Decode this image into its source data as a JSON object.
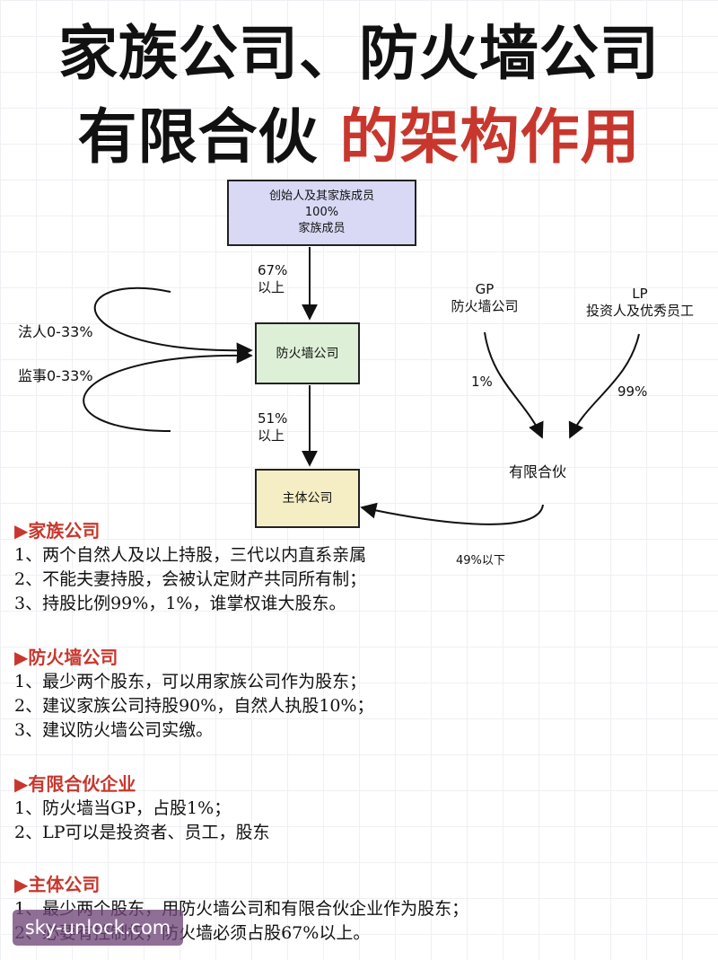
{
  "title": {
    "line1": "家族公司、防火墙公司",
    "line2_black": "有限合伙",
    "line2_red": "的架构作用"
  },
  "colors": {
    "accent_red": "#c8372d"
  },
  "diagram": {
    "founder_box": {
      "line1": "创始人及其家族成员",
      "line2": "100%",
      "line3": "家族成员"
    },
    "firewall_box": "防火墙公司",
    "main_box": "主体公司",
    "label_67": {
      "line1": "67%",
      "line2": "以上"
    },
    "label_51": {
      "line1": "51%",
      "line2": "以上"
    },
    "legal_person": "法人0-33%",
    "supervisor": "监事0-33%",
    "gp": {
      "line1": "GP",
      "line2": "防火墙公司"
    },
    "lp": {
      "line1": "LP",
      "line2": "投资人及优秀员工"
    },
    "pct_1": "1%",
    "pct_99": "99%",
    "partnership": "有限合伙",
    "below_49": "49%以下"
  },
  "sections": [
    {
      "heading": "▶家族公司",
      "items": [
        "1、两个自然人及以上持股，三代以内直系亲属",
        "2、不能夫妻持股，会被认定财产共同所有制；",
        "3、持股比例99%，1%，谁掌权谁大股东。"
      ]
    },
    {
      "heading": "▶防火墙公司",
      "items": [
        "1、最少两个股东，可以用家族公司作为股东；",
        "2、建议家族公司持股90%，自然人执股10%；",
        "3、建议防火墙公司实缴。"
      ]
    },
    {
      "heading": "▶有限合伙企业",
      "items": [
        "1、防火墙当GP，占股1%；",
        "2、LP可以是投资者、员工，股东"
      ]
    },
    {
      "heading": "▶主体公司",
      "items": [
        "1、最少两个股东，用防火墙公司和有限合伙企业作为股东；",
        "2、必要有控制权，防火墙必须占股67%以上。"
      ]
    }
  ],
  "watermark": "sky-unlock.com"
}
